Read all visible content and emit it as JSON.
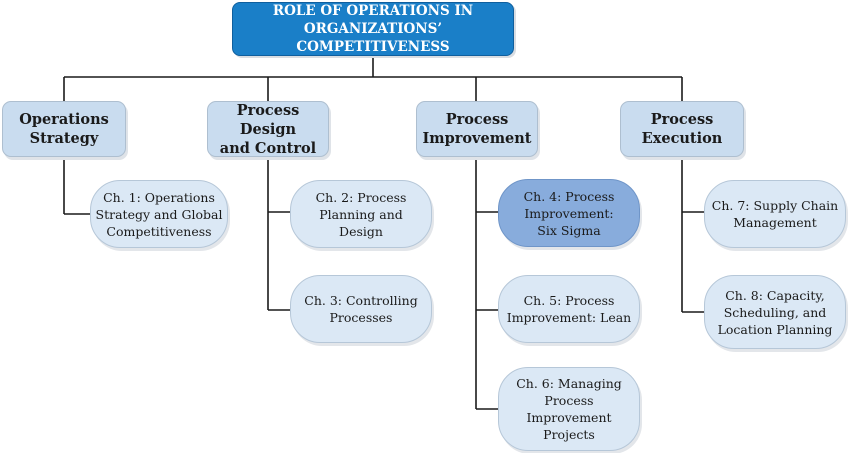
{
  "title": "ROLE OF OPERATIONS IN\nORGANIZATIONS’ COMPETITIVENESS",
  "categories": [
    "Operations\nStrategy",
    "Process Design\nand Control",
    "Process\nImprovement",
    "Process\nExecution"
  ],
  "chapters": [
    "Ch. 1: Operations\nStrategy and Global\nCompetitiveness",
    "Ch. 2: Process\nPlanning and\nDesign",
    "Ch. 3: Controlling\nProcesses",
    "Ch. 4: Process\nImprovement:\nSix Sigma",
    "Ch. 5: Process\nImprovement: Lean",
    "Ch. 6: Managing\nProcess\nImprovement\nProjects",
    "Ch. 7: Supply Chain\nManagement",
    "Ch. 8: Capacity,\nScheduling, and\nLocation Planning"
  ],
  "colors": {
    "title_fill": "#1a7fc8",
    "category_fill": "#c9dcef",
    "chapter_fill": "#dbe8f5",
    "highlight_fill": "#88acdc",
    "connector": "#1a1a1a"
  }
}
